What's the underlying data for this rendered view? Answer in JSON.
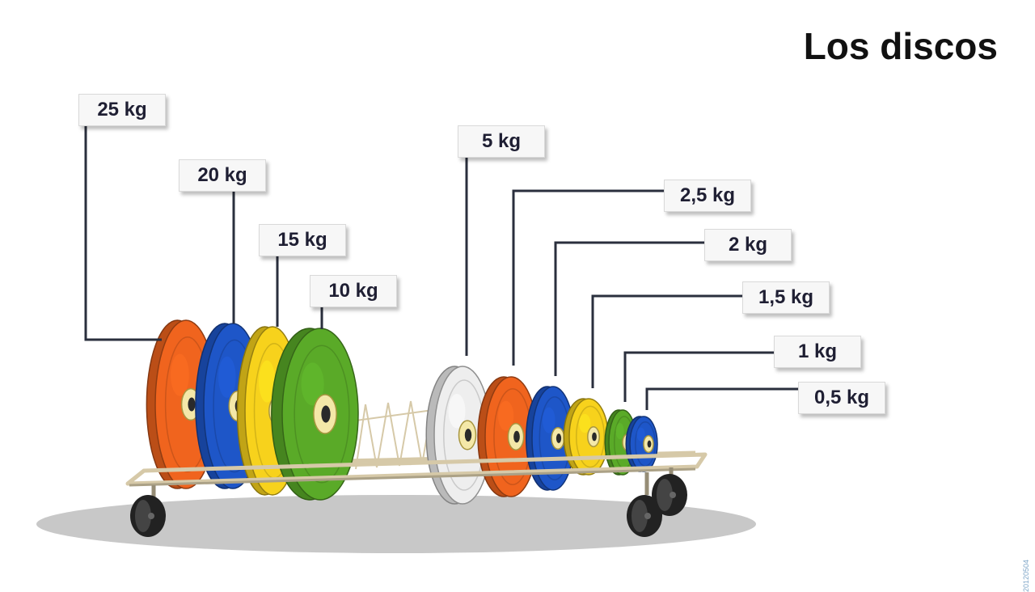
{
  "title": "Los discos",
  "code": "20120504",
  "colors": {
    "red": "#f0641e",
    "blue": "#1e56c8",
    "yellow": "#f7d21c",
    "green": "#5aaa28",
    "white": "#eeeeee",
    "rack": "#d6c9a8",
    "leader": "#2a2f3d",
    "wheel": "#222222",
    "shadow": "#c8c8c8"
  },
  "plates": [
    {
      "id": "25",
      "label": "25 kg",
      "color": "red"
    },
    {
      "id": "20",
      "label": "20 kg",
      "color": "blue"
    },
    {
      "id": "15",
      "label": "15 kg",
      "color": "yellow"
    },
    {
      "id": "10",
      "label": "10 kg",
      "color": "green"
    },
    {
      "id": "5",
      "label": "5 kg",
      "color": "white"
    },
    {
      "id": "2_5",
      "label": "2,5 kg",
      "color": "red"
    },
    {
      "id": "2",
      "label": "2 kg",
      "color": "blue"
    },
    {
      "id": "1_5",
      "label": "1,5 kg",
      "color": "yellow"
    },
    {
      "id": "1",
      "label": "1 kg",
      "color": "green"
    },
    {
      "id": "0_5",
      "label": "0,5 kg",
      "color": "blue"
    }
  ]
}
